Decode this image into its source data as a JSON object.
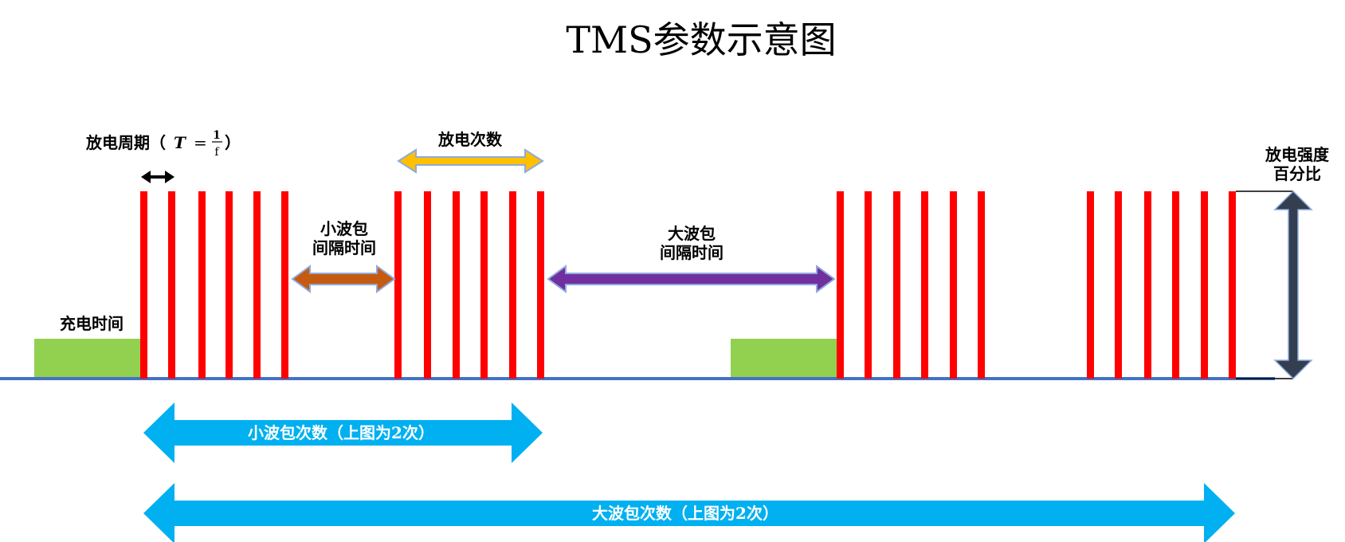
{
  "title": "TMS参数示意图",
  "labels": {
    "discharge_period_prefix": "放电周期（",
    "formula_T": "T",
    "formula_eq": "=",
    "formula_num": "1",
    "formula_den": "f",
    "discharge_period_suffix": "）",
    "discharge_count": "放电次数",
    "small_gap_line1": "小波包",
    "small_gap_line2": "间隔时间",
    "large_gap_line1": "大波包",
    "large_gap_line2": "间隔时间",
    "charge_time": "充电时间",
    "intensity_line1": "放电强度",
    "intensity_line2": "百分比",
    "small_packet_count": "小波包次数（上图为2次）",
    "large_packet_count": "大波包次数（上图为2次）"
  },
  "colors": {
    "pulse": "#ff0000",
    "charge_block": "#92d050",
    "baseline": "#4472c4",
    "count_arrow": "#ffc000",
    "small_gap_arrow": "#c55a11",
    "large_gap_arrow": "#7030a0",
    "packet_arrow": "#00b0f0",
    "intensity_arrow": "#333f50"
  }
}
